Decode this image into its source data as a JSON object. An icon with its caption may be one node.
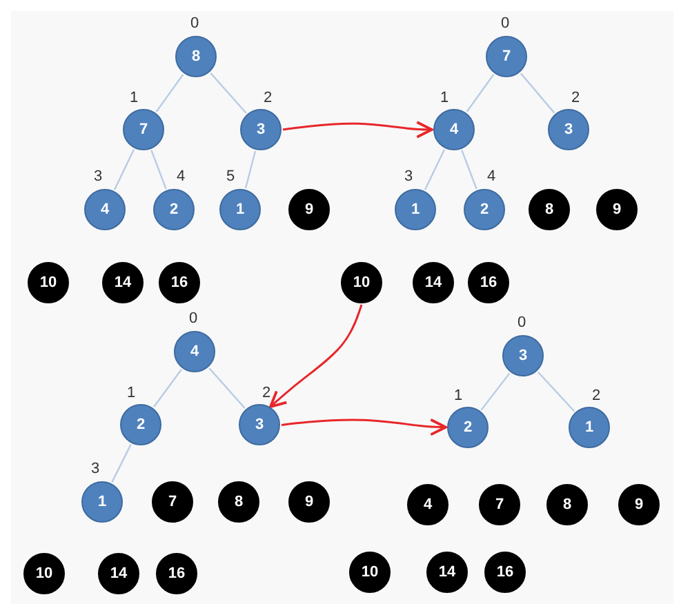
{
  "diagram": {
    "nodes": [
      {
        "text": [
          "8"
        ],
        "beside": [
          "0"
        ]
      },
      {
        "text": [
          "7"
        ],
        "beside": [
          "1"
        ]
      },
      {
        "text": [
          "3"
        ],
        "beside": [
          "2"
        ]
      },
      {
        "text": [
          "4"
        ],
        "beside": [
          "3"
        ]
      },
      {
        "text": [
          "2"
        ],
        "beside": [
          "4"
        ]
      },
      {
        "text": [
          "1"
        ],
        "beside": [
          "5"
        ]
      },
      {
        "text": [
          "9"
        ]
      },
      {
        "text": [
          "10"
        ]
      },
      {
        "text": [
          "14"
        ]
      },
      {
        "text": [
          "16"
        ]
      },
      {
        "text": [
          "7"
        ],
        "beside": [
          "0"
        ]
      },
      {
        "text": [
          "4"
        ],
        "beside": [
          "1"
        ]
      },
      {
        "text": [
          "3"
        ],
        "beside": [
          "2"
        ]
      },
      {
        "text": [
          "1"
        ],
        "beside": [
          "3"
        ]
      },
      {
        "text": [
          "2"
        ],
        "beside": [
          "4"
        ]
      },
      {
        "text": [
          "8"
        ]
      },
      {
        "text": [
          "9"
        ]
      },
      {
        "text": [
          "10"
        ]
      },
      {
        "text": [
          "14"
        ]
      },
      {
        "text": [
          "16"
        ]
      },
      {
        "text": [
          "4"
        ],
        "beside": [
          "0"
        ]
      },
      {
        "text": [
          "2"
        ],
        "beside": [
          "1"
        ]
      },
      {
        "text": [
          "3"
        ],
        "beside": [
          "2"
        ]
      },
      {
        "text": [
          "1"
        ],
        "beside": [
          "3"
        ]
      },
      {
        "text": [
          "7"
        ]
      },
      {
        "text": [
          "8"
        ]
      },
      {
        "text": [
          "9"
        ]
      },
      {
        "text": [
          "10"
        ]
      },
      {
        "text": [
          "14"
        ]
      },
      {
        "text": [
          "16"
        ]
      },
      {
        "text": [
          "3"
        ],
        "beside": [
          "0"
        ]
      },
      {
        "text": [
          "2"
        ],
        "beside": [
          "1"
        ]
      },
      {
        "text": [
          "1"
        ],
        "beside": [
          "2"
        ]
      },
      {
        "text": [
          "4"
        ]
      },
      {
        "text": [
          "7"
        ]
      },
      {
        "text": [
          "8"
        ]
      },
      {
        "text": [
          "9"
        ]
      },
      {
        "text": [
          "10"
        ]
      },
      {
        "text": [
          "14"
        ]
      },
      {
        "text": [
          "16"
        ]
      }
    ],
    "edges": [
      {
        "from": 0,
        "to": 1,
        "arrow": "none"
      },
      {
        "from": 0,
        "to": 2,
        "arrow": "none"
      },
      {
        "from": 1,
        "to": 3,
        "arrow": "none"
      },
      {
        "from": 1,
        "to": 4,
        "arrow": "none"
      },
      {
        "from": 2,
        "to": 5,
        "arrow": "none"
      },
      {
        "from": 10,
        "to": 11,
        "arrow": "none"
      },
      {
        "from": 10,
        "to": 12,
        "arrow": "none"
      },
      {
        "from": 11,
        "to": 13,
        "arrow": "none"
      },
      {
        "from": 11,
        "to": 14,
        "arrow": "none"
      },
      {
        "from": 20,
        "to": 21,
        "arrow": "none"
      },
      {
        "from": 20,
        "to": 22,
        "arrow": "none"
      },
      {
        "from": 21,
        "to": 23,
        "arrow": "none"
      },
      {
        "from": 30,
        "to": 31,
        "arrow": "none"
      },
      {
        "from": 30,
        "to": 32,
        "arrow": "none"
      },
      {
        "from": 2,
        "to": 11,
        "arrow": "to",
        "color": "#e8262a"
      },
      {
        "from": 17,
        "to": 22,
        "arrow": "to",
        "color": "#e8262a"
      },
      {
        "from": 22,
        "to": 31,
        "arrow": "to",
        "color": "#e8262a"
      }
    ]
  }
}
